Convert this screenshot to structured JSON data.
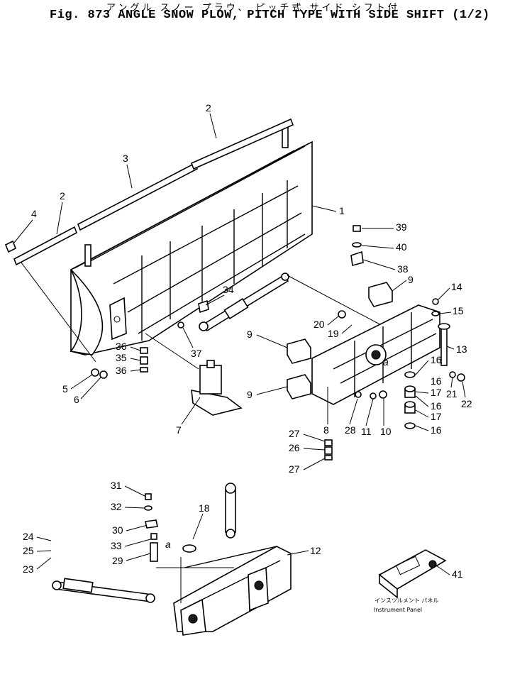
{
  "title": {
    "japanese": "アングル スノー プラウ、 ピッチ式 サイド シフト付",
    "english": "Fig. 873 ANGLE SNOW PLOW, PITCH TYPE WITH SIDE SHIFT (1/2)"
  },
  "callouts": [
    "1",
    "2",
    "2",
    "3",
    "4",
    "5",
    "6",
    "7",
    "8",
    "9",
    "9",
    "9",
    "10",
    "11",
    "12",
    "13",
    "14",
    "15",
    "16",
    "16",
    "16",
    "16",
    "17",
    "17",
    "18",
    "19",
    "20",
    "21",
    "22",
    "23",
    "24",
    "25",
    "26",
    "27",
    "27",
    "28",
    "29",
    "30",
    "31",
    "32",
    "33",
    "34",
    "35",
    "36",
    "36",
    "37",
    "38",
    "39",
    "40",
    "41"
  ],
  "marker_label": "a",
  "instrument_panel": {
    "label_jp": "インスツルメント パネル",
    "label_en": "Instrument Panel",
    "part_number": "41"
  }
}
